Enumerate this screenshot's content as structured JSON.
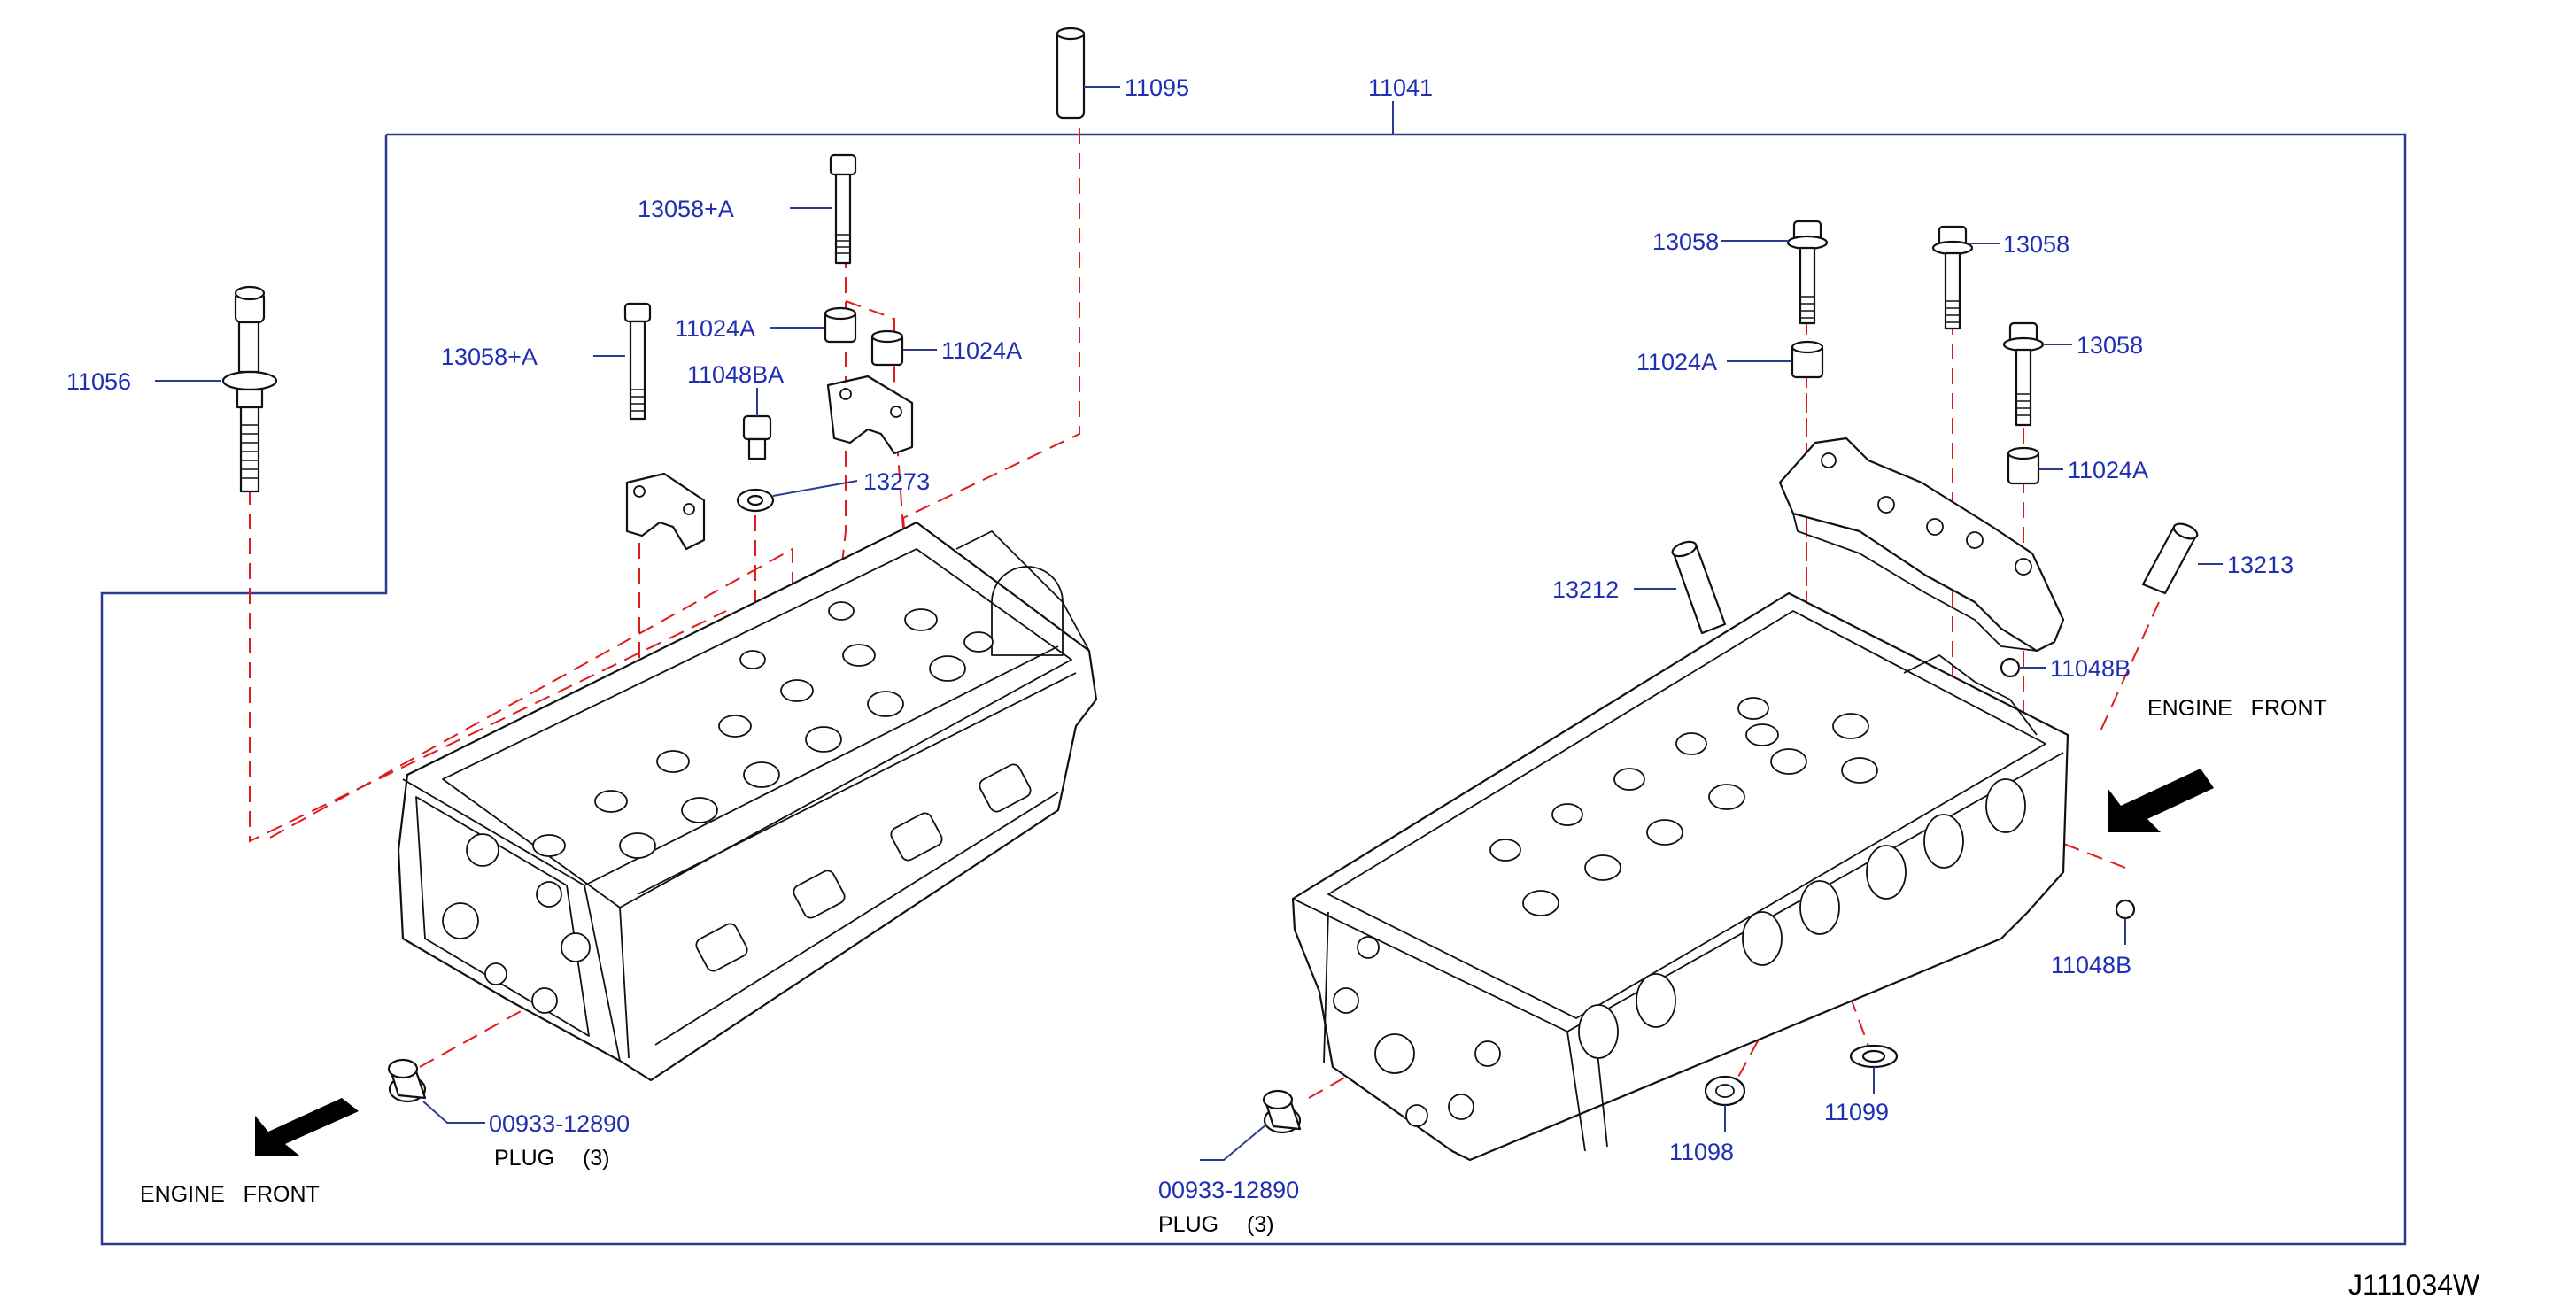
{
  "diagram_code": "J111034W",
  "engine_front_label": "ENGINE   FRONT",
  "plug_label": "PLUG",
  "plug_qty": "(3)",
  "parts": {
    "cylinder_head_assy": "11041",
    "dowel_pin": "11095",
    "head_bolt": "11056",
    "bolt_13058_a_1": "13058+A",
    "bolt_13058_a_2": "13058+A",
    "washer_11024a_1": "11024A",
    "washer_11024a_2": "11024A",
    "plug_11048ba": "11048BA",
    "washer_13273": "13273",
    "plug_left": "00933-12890",
    "plug_right": "00933-12890",
    "bolt_13058_1": "13058",
    "bolt_13058_2": "13058",
    "bolt_13058_3": "13058",
    "washer_11024a_3": "11024A",
    "washer_11024a_4": "11024A",
    "tube_13212": "13212",
    "tube_13213": "13213",
    "plug_11048b_1": "11048B",
    "plug_11048b_2": "11048B",
    "seal_11098": "11098",
    "seal_11099": "11099"
  }
}
